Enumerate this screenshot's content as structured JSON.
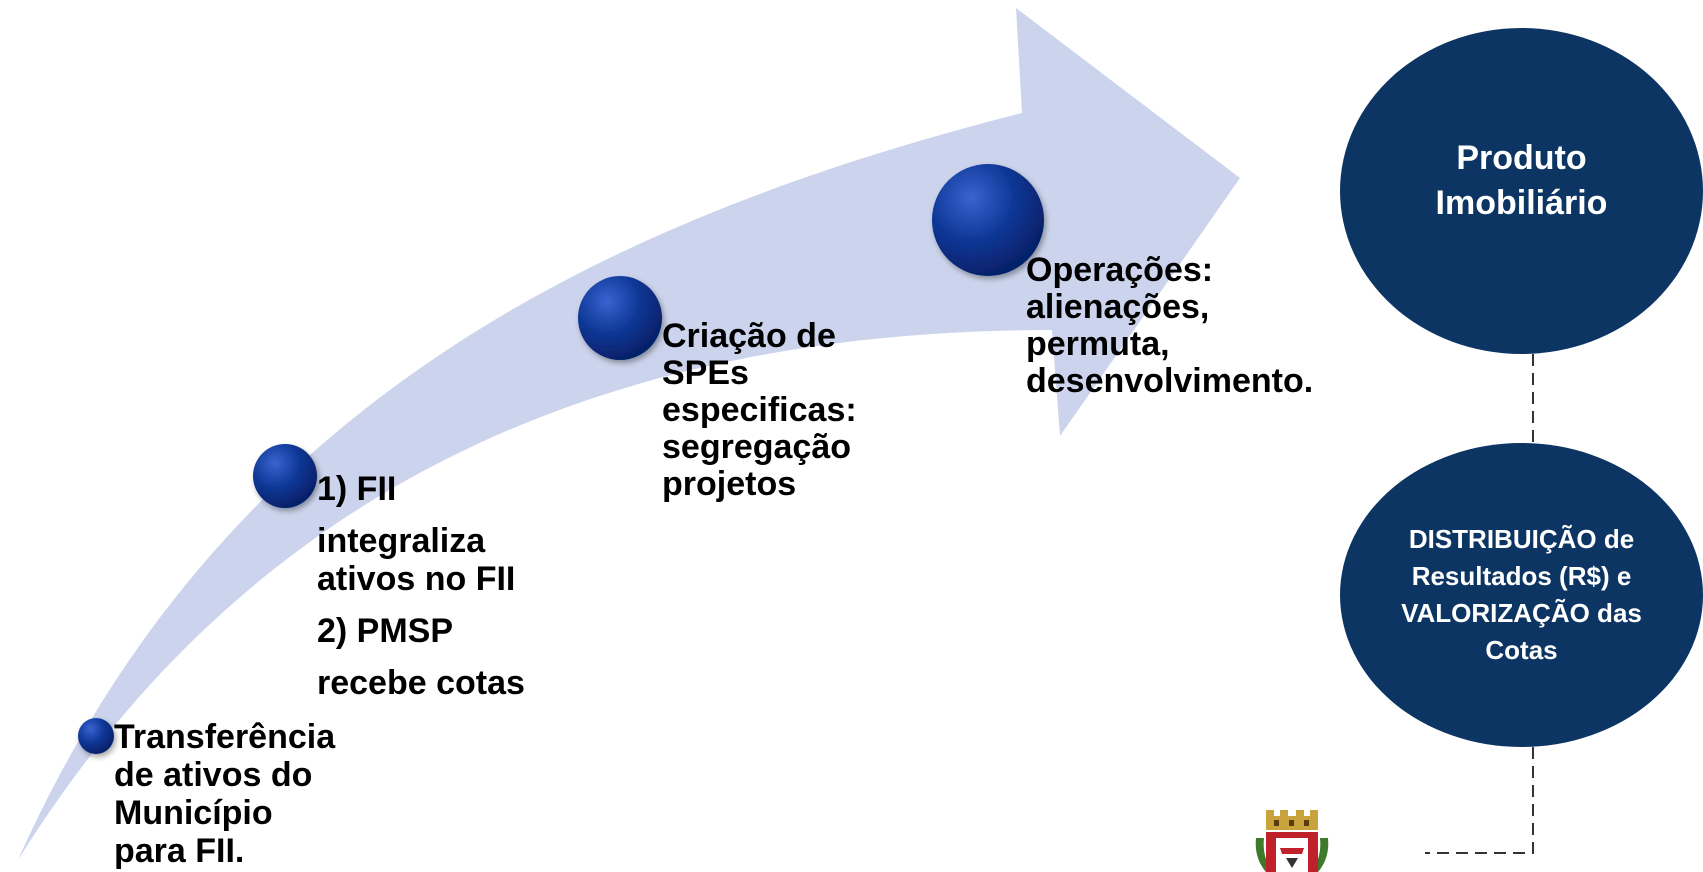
{
  "steps": [
    {
      "lines": [
        "Transferência",
        "de ativos do",
        "Município",
        "para FII."
      ]
    },
    {
      "lines": [
        "1) FII",
        "integraliza",
        "ativos no FII",
        "2) PMSP",
        "recebe cotas"
      ]
    },
    {
      "lines": [
        "Criação de",
        "SPEs",
        "especificas:",
        "segregação",
        "projetos"
      ]
    },
    {
      "lines": [
        "Operações:",
        "alienações,",
        "permuta,",
        "desenvolvimento."
      ]
    }
  ],
  "outcomes": {
    "product": {
      "lines": [
        "Produto",
        "Imobiliário"
      ]
    },
    "distribution": {
      "lines": [
        "DISTRIBUIÇÃO de",
        "Resultados  (R$) e",
        "VALORIZAÇÃO  das",
        "Cotas"
      ]
    }
  },
  "colors": {
    "arrow_fill": "#c9d2ec",
    "marker_blue": "#0a2f8f",
    "oval_navy": "#0d3563",
    "connector": "#333333"
  },
  "icons": {
    "crest": "city-coat-of-arms-icon"
  }
}
